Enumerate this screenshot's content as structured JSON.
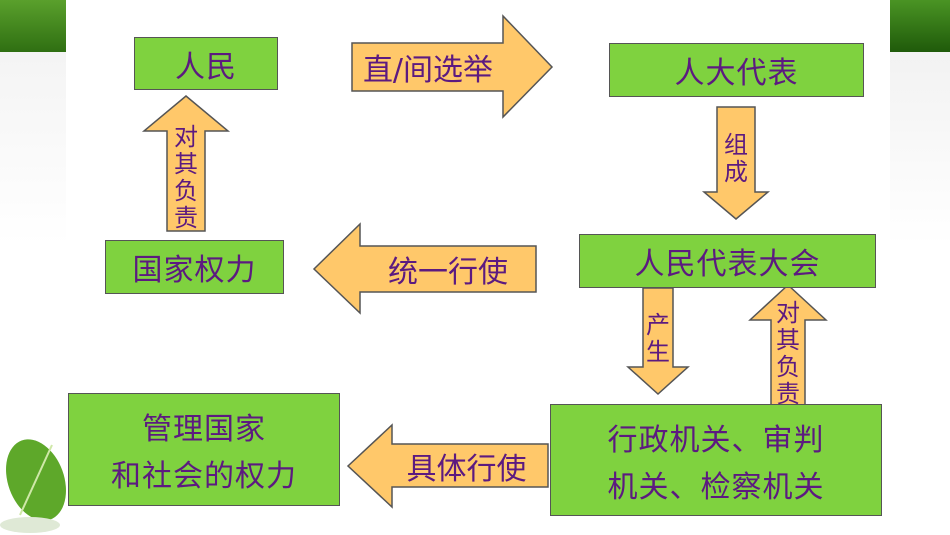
{
  "nodes": {
    "people": "人民",
    "deputies": "人大代表",
    "congress": "人民代表大会",
    "state_power": "国家权力",
    "organs_line1": "行政机关、审判",
    "organs_line2": "机关、检察机关",
    "manage_line1": "管理国家",
    "manage_line2": "和社会的权力"
  },
  "edges": {
    "elect": "直/间选举",
    "compose": "组成",
    "produce": "产生",
    "responsible_organs": "对其负责",
    "responsible_people": "对其负责",
    "unified_exercise": "统一行使",
    "specific_exercise": "具体行使"
  },
  "colors": {
    "box_fill": "#7fd23f",
    "arrow_fill": "#ffc86a",
    "text": "#5c1a80",
    "accent_green": "#2f6f12"
  }
}
